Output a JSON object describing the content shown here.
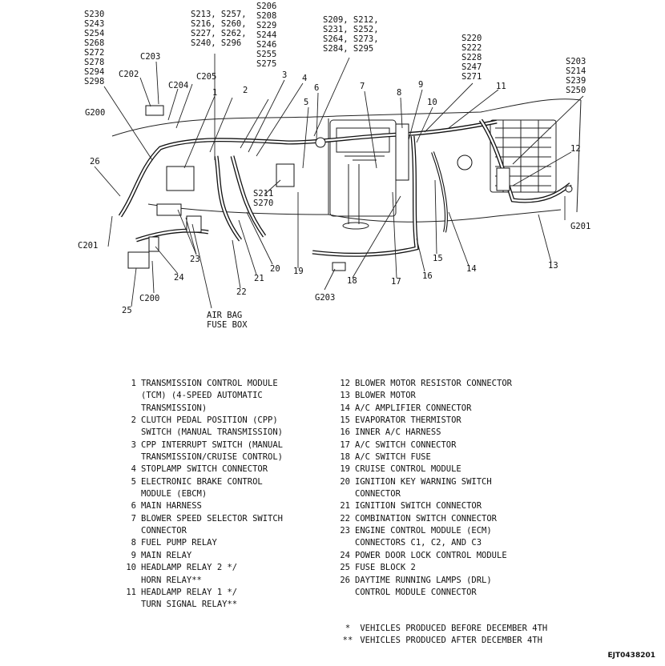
{
  "callouts": {
    "s_col1": [
      "S230",
      "S243",
      "S254",
      "S268",
      "S272",
      "S278",
      "S294",
      "S298"
    ],
    "s_col2": [
      "S213, S257,",
      "S216, S260,",
      "S227, S262,",
      "S240, S296"
    ],
    "s_col3": [
      "S206",
      "S208",
      "S229",
      "S244",
      "S246",
      "S255",
      "S275"
    ],
    "s_col4": [
      "S209, S212,",
      "S231, S252,",
      "S264, S273,",
      "S284, S295"
    ],
    "s_col5": [
      "S220",
      "S222",
      "S228",
      "S247",
      "S271"
    ],
    "s_col6": [
      "S203",
      "S214",
      "S239",
      "S250"
    ],
    "s_mid": [
      "S211",
      "S270"
    ],
    "connectors": {
      "c203": "C203",
      "c202": "C202",
      "c204": "C204",
      "c205": "C205",
      "g200": "G200",
      "c201": "C201",
      "c200": "C200",
      "g203": "G203",
      "g201": "G201"
    },
    "air_bag": [
      "AIR BAG",
      "FUSE BOX"
    ],
    "numbers": {
      "n1": "1",
      "n2": "2",
      "n3": "3",
      "n4": "4",
      "n5": "5",
      "n6": "6",
      "n7": "7",
      "n8": "8",
      "n9": "9",
      "n10": "10",
      "n11": "11",
      "n12": "12",
      "n13": "13",
      "n14": "14",
      "n15": "15",
      "n16": "16",
      "n17": "17",
      "n18": "18",
      "n19": "19",
      "n20": "20",
      "n21": "21",
      "n22": "22",
      "n23": "23",
      "n24": "24",
      "n25": "25",
      "n26": "26"
    }
  },
  "legend_left": [
    {
      "num": "1",
      "lines": [
        "TRANSMISSION CONTROL MODULE",
        "(TCM) (4-SPEED AUTOMATIC",
        "TRANSMISSION)"
      ]
    },
    {
      "num": "2",
      "lines": [
        "CLUTCH PEDAL POSITION (CPP)",
        "SWITCH (MANUAL TRANSMISSION)"
      ]
    },
    {
      "num": "3",
      "lines": [
        "CPP INTERRUPT SWITCH (MANUAL",
        "TRANSMISSION/CRUISE CONTROL)"
      ]
    },
    {
      "num": "4",
      "lines": [
        "STOPLAMP SWITCH CONNECTOR"
      ]
    },
    {
      "num": "5",
      "lines": [
        "ELECTRONIC BRAKE CONTROL",
        "MODULE (EBCM)"
      ]
    },
    {
      "num": "6",
      "lines": [
        "MAIN HARNESS"
      ]
    },
    {
      "num": "7",
      "lines": [
        "BLOWER SPEED SELECTOR SWITCH",
        "CONNECTOR"
      ]
    },
    {
      "num": "8",
      "lines": [
        "FUEL PUMP RELAY"
      ]
    },
    {
      "num": "9",
      "lines": [
        "MAIN RELAY"
      ]
    },
    {
      "num": "10",
      "lines": [
        "HEADLAMP RELAY 2 */",
        "HORN RELAY**"
      ]
    },
    {
      "num": "11",
      "lines": [
        "HEADLAMP RELAY 1 */",
        "TURN SIGNAL RELAY**"
      ]
    }
  ],
  "legend_right": [
    {
      "num": "12",
      "lines": [
        "BLOWER MOTOR RESISTOR CONNECTOR"
      ]
    },
    {
      "num": "13",
      "lines": [
        "BLOWER MOTOR"
      ]
    },
    {
      "num": "14",
      "lines": [
        "A/C AMPLIFIER CONNECTOR"
      ]
    },
    {
      "num": "15",
      "lines": [
        "EVAPORATOR THERMISTOR"
      ]
    },
    {
      "num": "16",
      "lines": [
        "INNER A/C HARNESS"
      ]
    },
    {
      "num": "17",
      "lines": [
        "A/C SWITCH  CONNECTOR"
      ]
    },
    {
      "num": "18",
      "lines": [
        "A/C SWITCH FUSE"
      ]
    },
    {
      "num": "19",
      "lines": [
        "CRUISE CONTROL MODULE"
      ]
    },
    {
      "num": "20",
      "lines": [
        "IGNITION KEY WARNING SWITCH",
        "CONNECTOR"
      ]
    },
    {
      "num": "21",
      "lines": [
        "IGNITION SWITCH CONNECTOR"
      ]
    },
    {
      "num": "22",
      "lines": [
        "COMBINATION SWITCH CONNECTOR"
      ]
    },
    {
      "num": "23",
      "lines": [
        "ENGINE CONTROL MODULE (ECM)",
        "CONNECTORS C1, C2, AND C3"
      ]
    },
    {
      "num": "24",
      "lines": [
        "POWER DOOR LOCK CONTROL MODULE"
      ]
    },
    {
      "num": "25",
      "lines": [
        "FUSE BLOCK 2"
      ]
    },
    {
      "num": "26",
      "lines": [
        "DAYTIME RUNNING LAMPS (DRL)",
        "CONTROL MODULE CONNECTOR"
      ]
    }
  ],
  "footnotes": [
    {
      "sym": "*",
      "text": "VEHICLES PRODUCED BEFORE DECEMBER 4TH"
    },
    {
      "sym": "**",
      "text": "VEHICLES PRODUCED AFTER DECEMBER 4TH"
    }
  ],
  "figure_code": "EJT0438201"
}
